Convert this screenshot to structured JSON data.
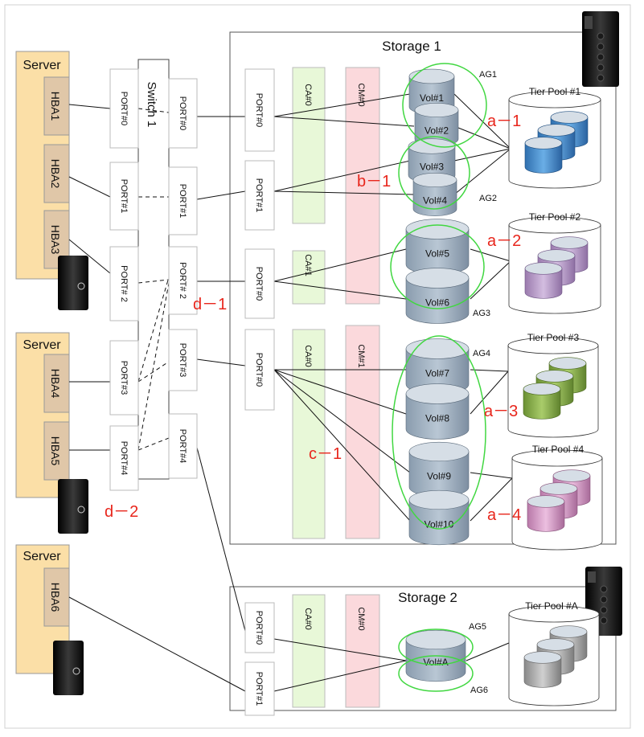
{
  "storages": [
    {
      "title": "Storage 1"
    },
    {
      "title": "Storage 2"
    }
  ],
  "servers": [
    {
      "title": "Server",
      "hbas": [
        "HBA1",
        "HBA2",
        "HBA3"
      ]
    },
    {
      "title": "Server",
      "hbas": [
        "HBA4",
        "HBA5"
      ]
    },
    {
      "title": "Server",
      "hbas": [
        "HBA6"
      ]
    }
  ],
  "switch": {
    "title": "Switch 1",
    "left_ports": [
      "PORT#0",
      "PORT#1",
      "PORT# 2",
      "PORT#3",
      "PORT#4"
    ],
    "right_ports": [
      "PORT#0",
      "PORT#1",
      "PORT# 2",
      "PORT#3",
      "PORT#4"
    ]
  },
  "storage_ports": [
    "PORT#0",
    "PORT#1",
    "PORT#0",
    "PORT#0",
    "PORT#0",
    "PORT#1"
  ],
  "controllers": {
    "ca": [
      "CA#0",
      "CA#1",
      "CA#0",
      "CA#0"
    ],
    "cm": [
      "CM#0",
      "CM#1",
      "CM#0"
    ]
  },
  "volumes": [
    "Vol#1",
    "Vol#2",
    "Vol#3",
    "Vol#4",
    "Vol#5",
    "Vol#6",
    "Vol#7",
    "Vol#8",
    "Vol#9",
    "Vol#10",
    "Vol#A"
  ],
  "affinity_groups": [
    "AG1",
    "AG2",
    "AG3",
    "AG4",
    "AG5",
    "AG6"
  ],
  "tier_pools": [
    "Tier Pool #1",
    "Tier Pool #2",
    "Tier Pool #3",
    "Tier Pool #4",
    "Tier Pool #A"
  ],
  "annotations": [
    "a－1",
    "b－1",
    "a－2",
    "d－1",
    "a－3",
    "c－1",
    "a－4",
    "d－2"
  ],
  "colors": {
    "server_fill": "#fbdfa7",
    "hba_fill": "#e0c7a8",
    "ca_fill": "#e8f8d8",
    "cm_fill": "#fbd9dc",
    "ag_ring": "#41d741",
    "annotation_red": "#e8261c",
    "pool1": "#4c8fcf",
    "pool2": "#b99bc8",
    "pool3": "#8db04e",
    "pool4": "#d89cc8",
    "poolA": "#a8a8a8"
  }
}
